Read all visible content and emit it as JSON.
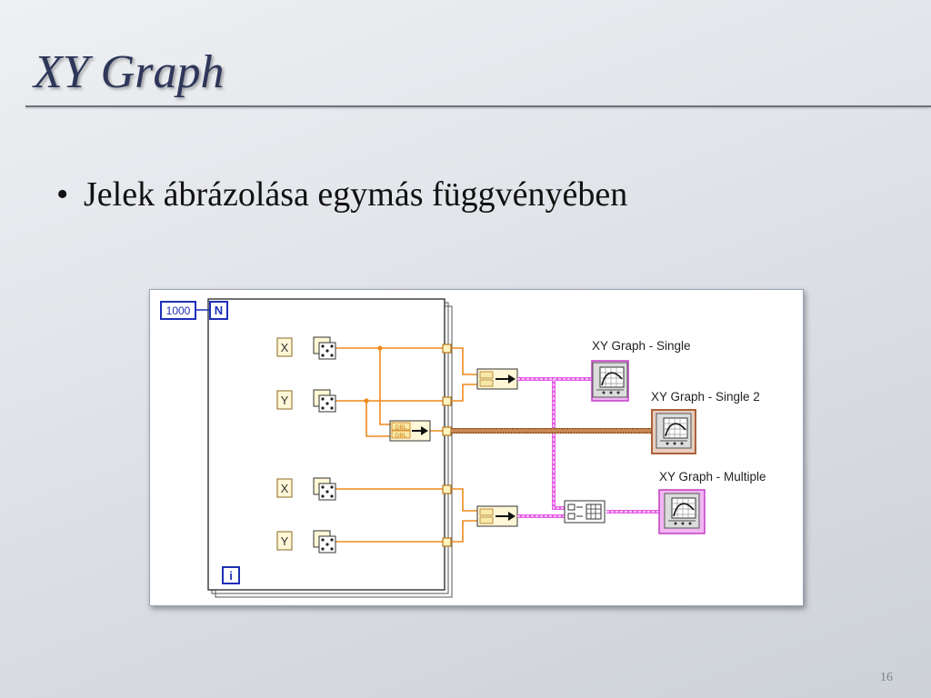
{
  "slide": {
    "title": "XY Graph",
    "bullet": "Jelek ábrázolása egymás függvényében",
    "page_number": "16"
  },
  "diagram": {
    "loop_count": "1000",
    "loop_n": "N",
    "loop_i": "i",
    "inputs": [
      "X",
      "Y",
      "X",
      "Y"
    ],
    "dbl_label": "DBL",
    "graphs": [
      {
        "label": "XY Graph - Single"
      },
      {
        "label": "XY Graph - Single 2"
      },
      {
        "label": "XY Graph - Multiple"
      }
    ],
    "colors": {
      "dbl_wire": "#f08a1c",
      "cluster_wire": "#e45ce6",
      "complex_wire": "#b35e22",
      "loop_border": "#1f2fb8"
    }
  }
}
